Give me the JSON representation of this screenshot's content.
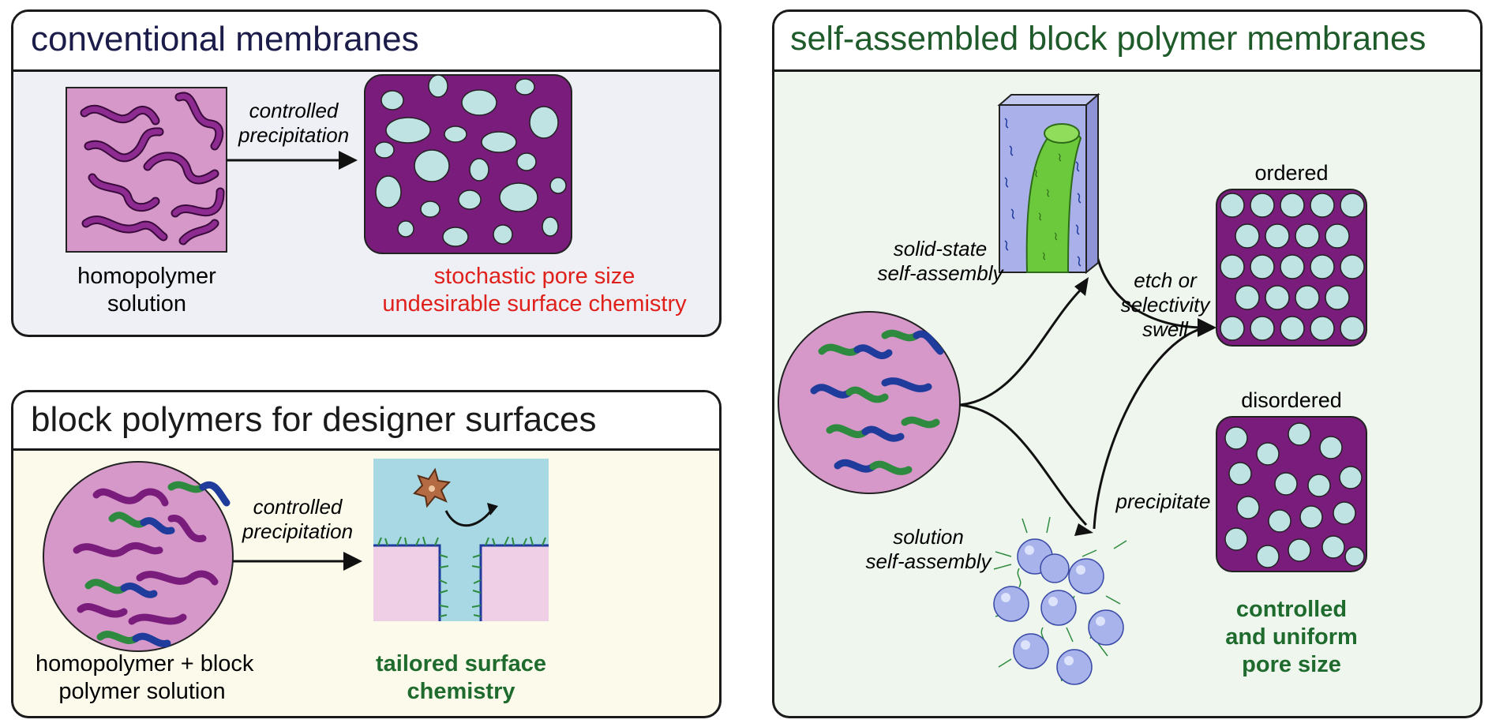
{
  "colors": {
    "purple": "#7a1c7c",
    "pink": "#d598c8",
    "pore": "#bfe3e3",
    "green": "#2d8a3e",
    "blue": "#1f3b9c",
    "red_text": "#e0201b",
    "green_text": "#1e6b2d",
    "title_navy": "#1c1c4a",
    "title_green": "#1e5a2a"
  },
  "panels": {
    "conventional": {
      "title": "conventional membranes",
      "process": [
        "controlled",
        "precipitation"
      ],
      "input_label": [
        "homopolymer",
        "solution"
      ],
      "output_label": [
        "stochastic pore size",
        "undesirable surface chemistry"
      ]
    },
    "block_surfaces": {
      "title": "block polymers for designer surfaces",
      "process": [
        "controlled",
        "precipitation"
      ],
      "input_label": [
        "homopolymer + block",
        "polymer solution"
      ],
      "output_label": [
        "tailored surface",
        "chemistry"
      ]
    },
    "self_assembled": {
      "title": "self-assembled block polymer membranes",
      "route_solid": [
        "solid-state",
        "self-assembly"
      ],
      "route_solution": [
        "solution",
        "self-assembly"
      ],
      "step_etch": [
        "etch or",
        "selectivity",
        "swell"
      ],
      "step_precipitate": "precipitate",
      "ordered_label": "ordered",
      "disordered_label": "disordered",
      "result": [
        "controlled",
        "and uniform",
        "pore size"
      ]
    }
  }
}
